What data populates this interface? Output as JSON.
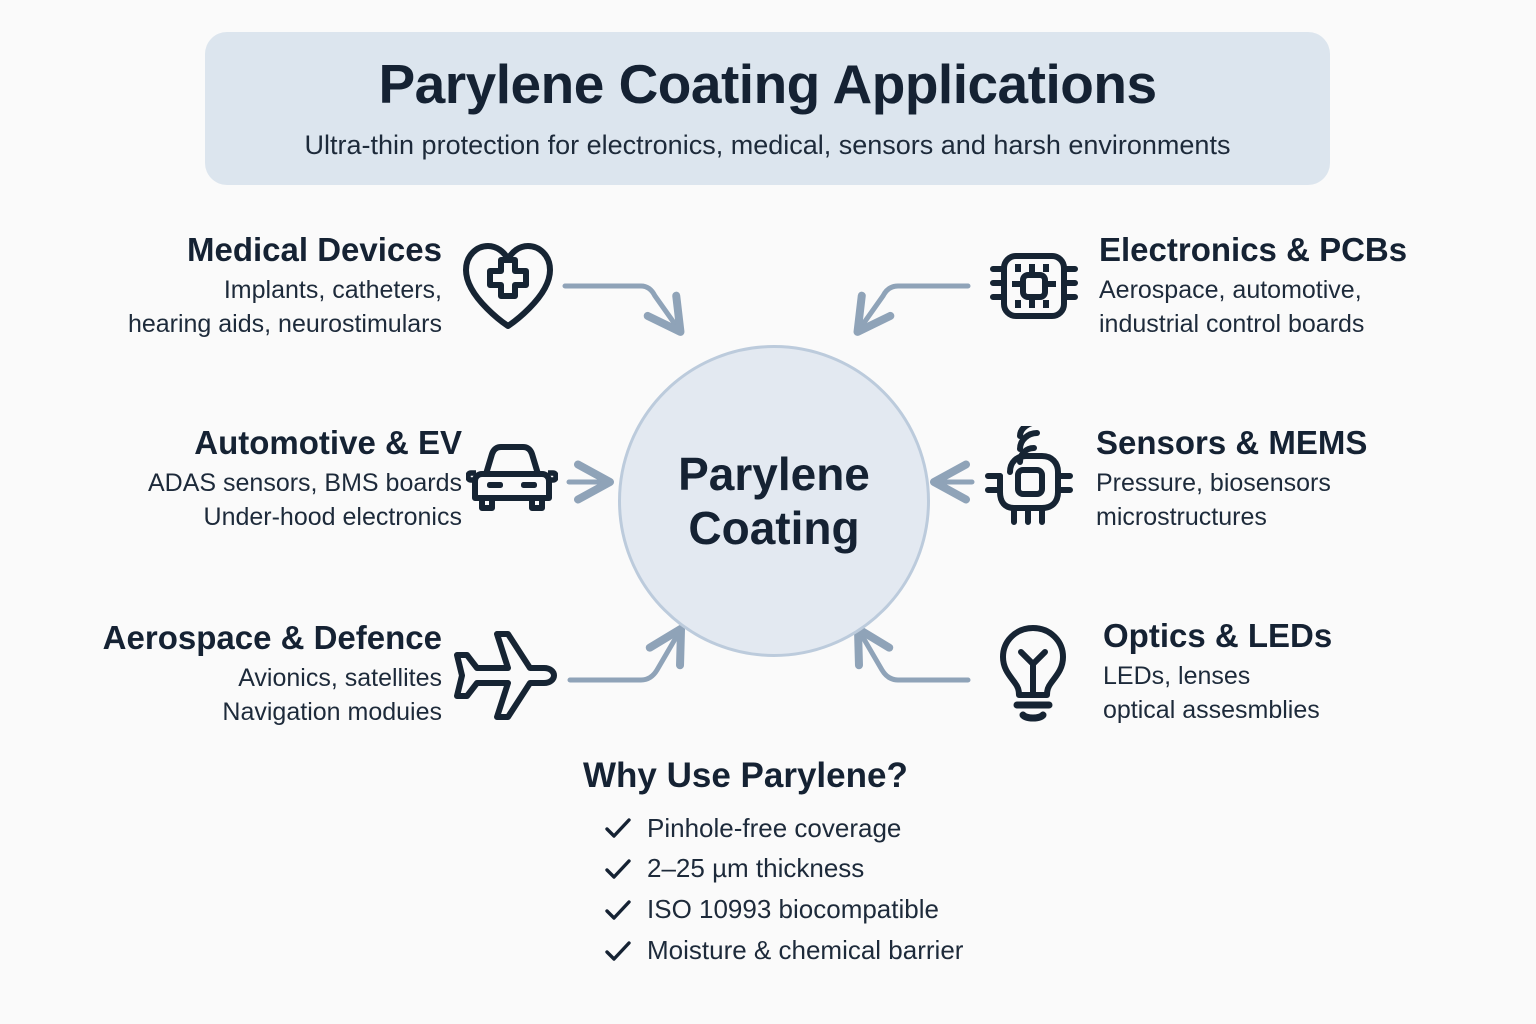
{
  "header": {
    "title": "Parylene Coating Applications",
    "subtitle": "Ultra-thin protection for electronics, medical, sensors and harsh environments",
    "banner_color": "#dce5ee"
  },
  "hub": {
    "line1": "Parylene",
    "line2": "Coating",
    "fill_color": "#e3e9f1",
    "border_color": "#bccbdc"
  },
  "categories": {
    "left": [
      {
        "title": "Medical Devices",
        "desc_line1": "Implants, catheters,",
        "desc_line2": "hearing aids, neurostimulars",
        "icon": "heart-plus-icon"
      },
      {
        "title": "Automotive & EV",
        "desc_line1": "ADAS sensors, BMS boards",
        "desc_line2": "Under-hood electronics",
        "icon": "car-icon"
      },
      {
        "title": "Aerospace & Defence",
        "desc_line1": "Avionics, satellites",
        "desc_line2": "Navigation moduies",
        "icon": "airplane-icon"
      }
    ],
    "right": [
      {
        "title": "Electronics & PCBs",
        "desc_line1": "Aerospace, automotive,",
        "desc_line2": "industrial control boards",
        "icon": "chip-icon"
      },
      {
        "title": "Sensors & MEMS",
        "desc_line1": "Pressure, biosensors",
        "desc_line2": "microstructures",
        "icon": "sensor-chip-icon"
      },
      {
        "title": "Optics & LEDs",
        "desc_line1": "LEDs, lenses",
        "desc_line2": "optical assesmblies",
        "icon": "lightbulb-icon"
      }
    ]
  },
  "benefits": {
    "title": "Why Use Parylene?",
    "items": [
      "Pinhole-free coverage",
      "2–25 µm thickness",
      "ISO 10993 biocompatible",
      "Moisture & chemical barrier"
    ],
    "check_icon": "checkmark-icon"
  },
  "style": {
    "background": "#fafafa",
    "text_color": "#152233",
    "icon_color": "#162433",
    "connector_color": "#8fa3b8"
  }
}
